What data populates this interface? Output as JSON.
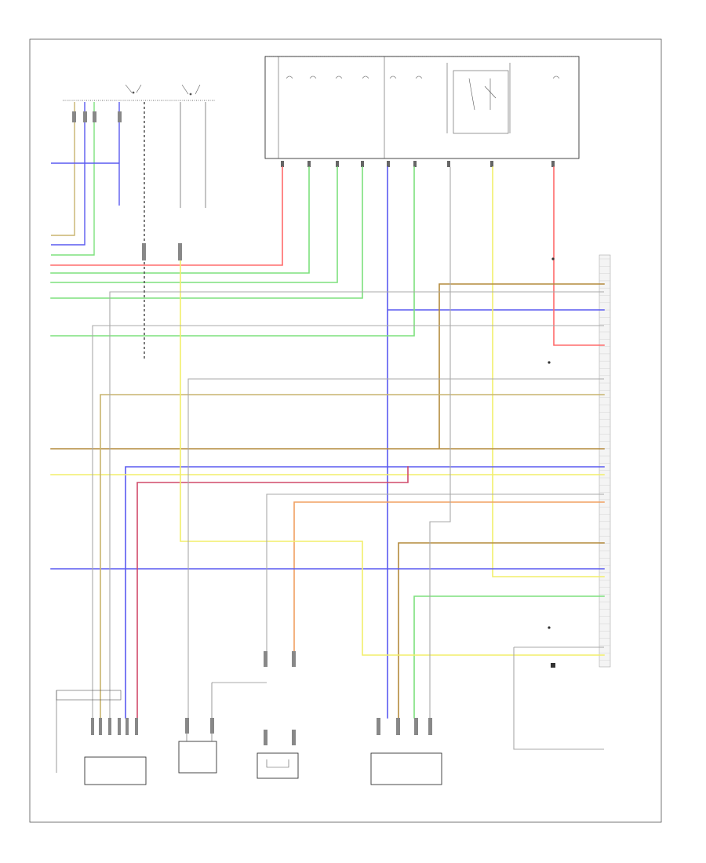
{
  "diagram": {
    "colors": {
      "red": "#ff6b6b",
      "green": "#7de07d",
      "yellow": "#f2ee6a",
      "blue": "#5a5af0",
      "brown": "#b48a3c",
      "gray": "#a8a8a8",
      "orange": "#f0a060",
      "olive": "#c8b46e",
      "pink": "#d04a6a",
      "outline": "#333333"
    },
    "wires": [
      {
        "id": "w-red-1",
        "color": "red"
      },
      {
        "id": "w-green-1",
        "color": "green"
      },
      {
        "id": "w-green-2",
        "color": "green"
      },
      {
        "id": "w-green-3",
        "color": "green"
      },
      {
        "id": "w-blue-1",
        "color": "blue"
      },
      {
        "id": "w-green-4",
        "color": "green"
      },
      {
        "id": "w-yellow-1",
        "color": "yellow"
      },
      {
        "id": "w-red-2",
        "color": "red"
      },
      {
        "id": "w-brown-1",
        "color": "brown"
      },
      {
        "id": "w-blue-2",
        "color": "blue"
      },
      {
        "id": "w-yellow-2",
        "color": "yellow"
      },
      {
        "id": "w-orange-1",
        "color": "orange"
      },
      {
        "id": "w-brown-2",
        "color": "brown"
      },
      {
        "id": "w-blue-3",
        "color": "blue"
      },
      {
        "id": "w-green-5",
        "color": "green"
      },
      {
        "id": "w-olive-1",
        "color": "olive"
      },
      {
        "id": "w-pink-1",
        "color": "pink"
      },
      {
        "id": "w-yellow-3",
        "color": "yellow"
      }
    ]
  }
}
